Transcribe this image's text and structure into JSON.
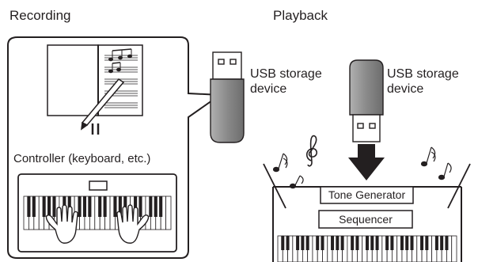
{
  "headings": {
    "recording": "Recording",
    "playback": "Playback"
  },
  "labels": {
    "usb_recording_line1": "USB storage",
    "usb_recording_line2": "device",
    "usb_playback_line1": "USB storage",
    "usb_playback_line2": "device",
    "controller": "Controller (keyboard, etc.)",
    "tone_generator": "Tone Generator",
    "sequencer": "Sequencer"
  },
  "colors": {
    "ink": "#231f20",
    "usb_body": "#8f8f8f",
    "usb_connector": "#ffffff",
    "arrow": "#231f20"
  },
  "icons": [
    "music-note-icon",
    "treble-clef-icon",
    "usb-stick-icon",
    "down-arrow-icon",
    "hands-icon",
    "score-icon",
    "pencil-icon"
  ]
}
